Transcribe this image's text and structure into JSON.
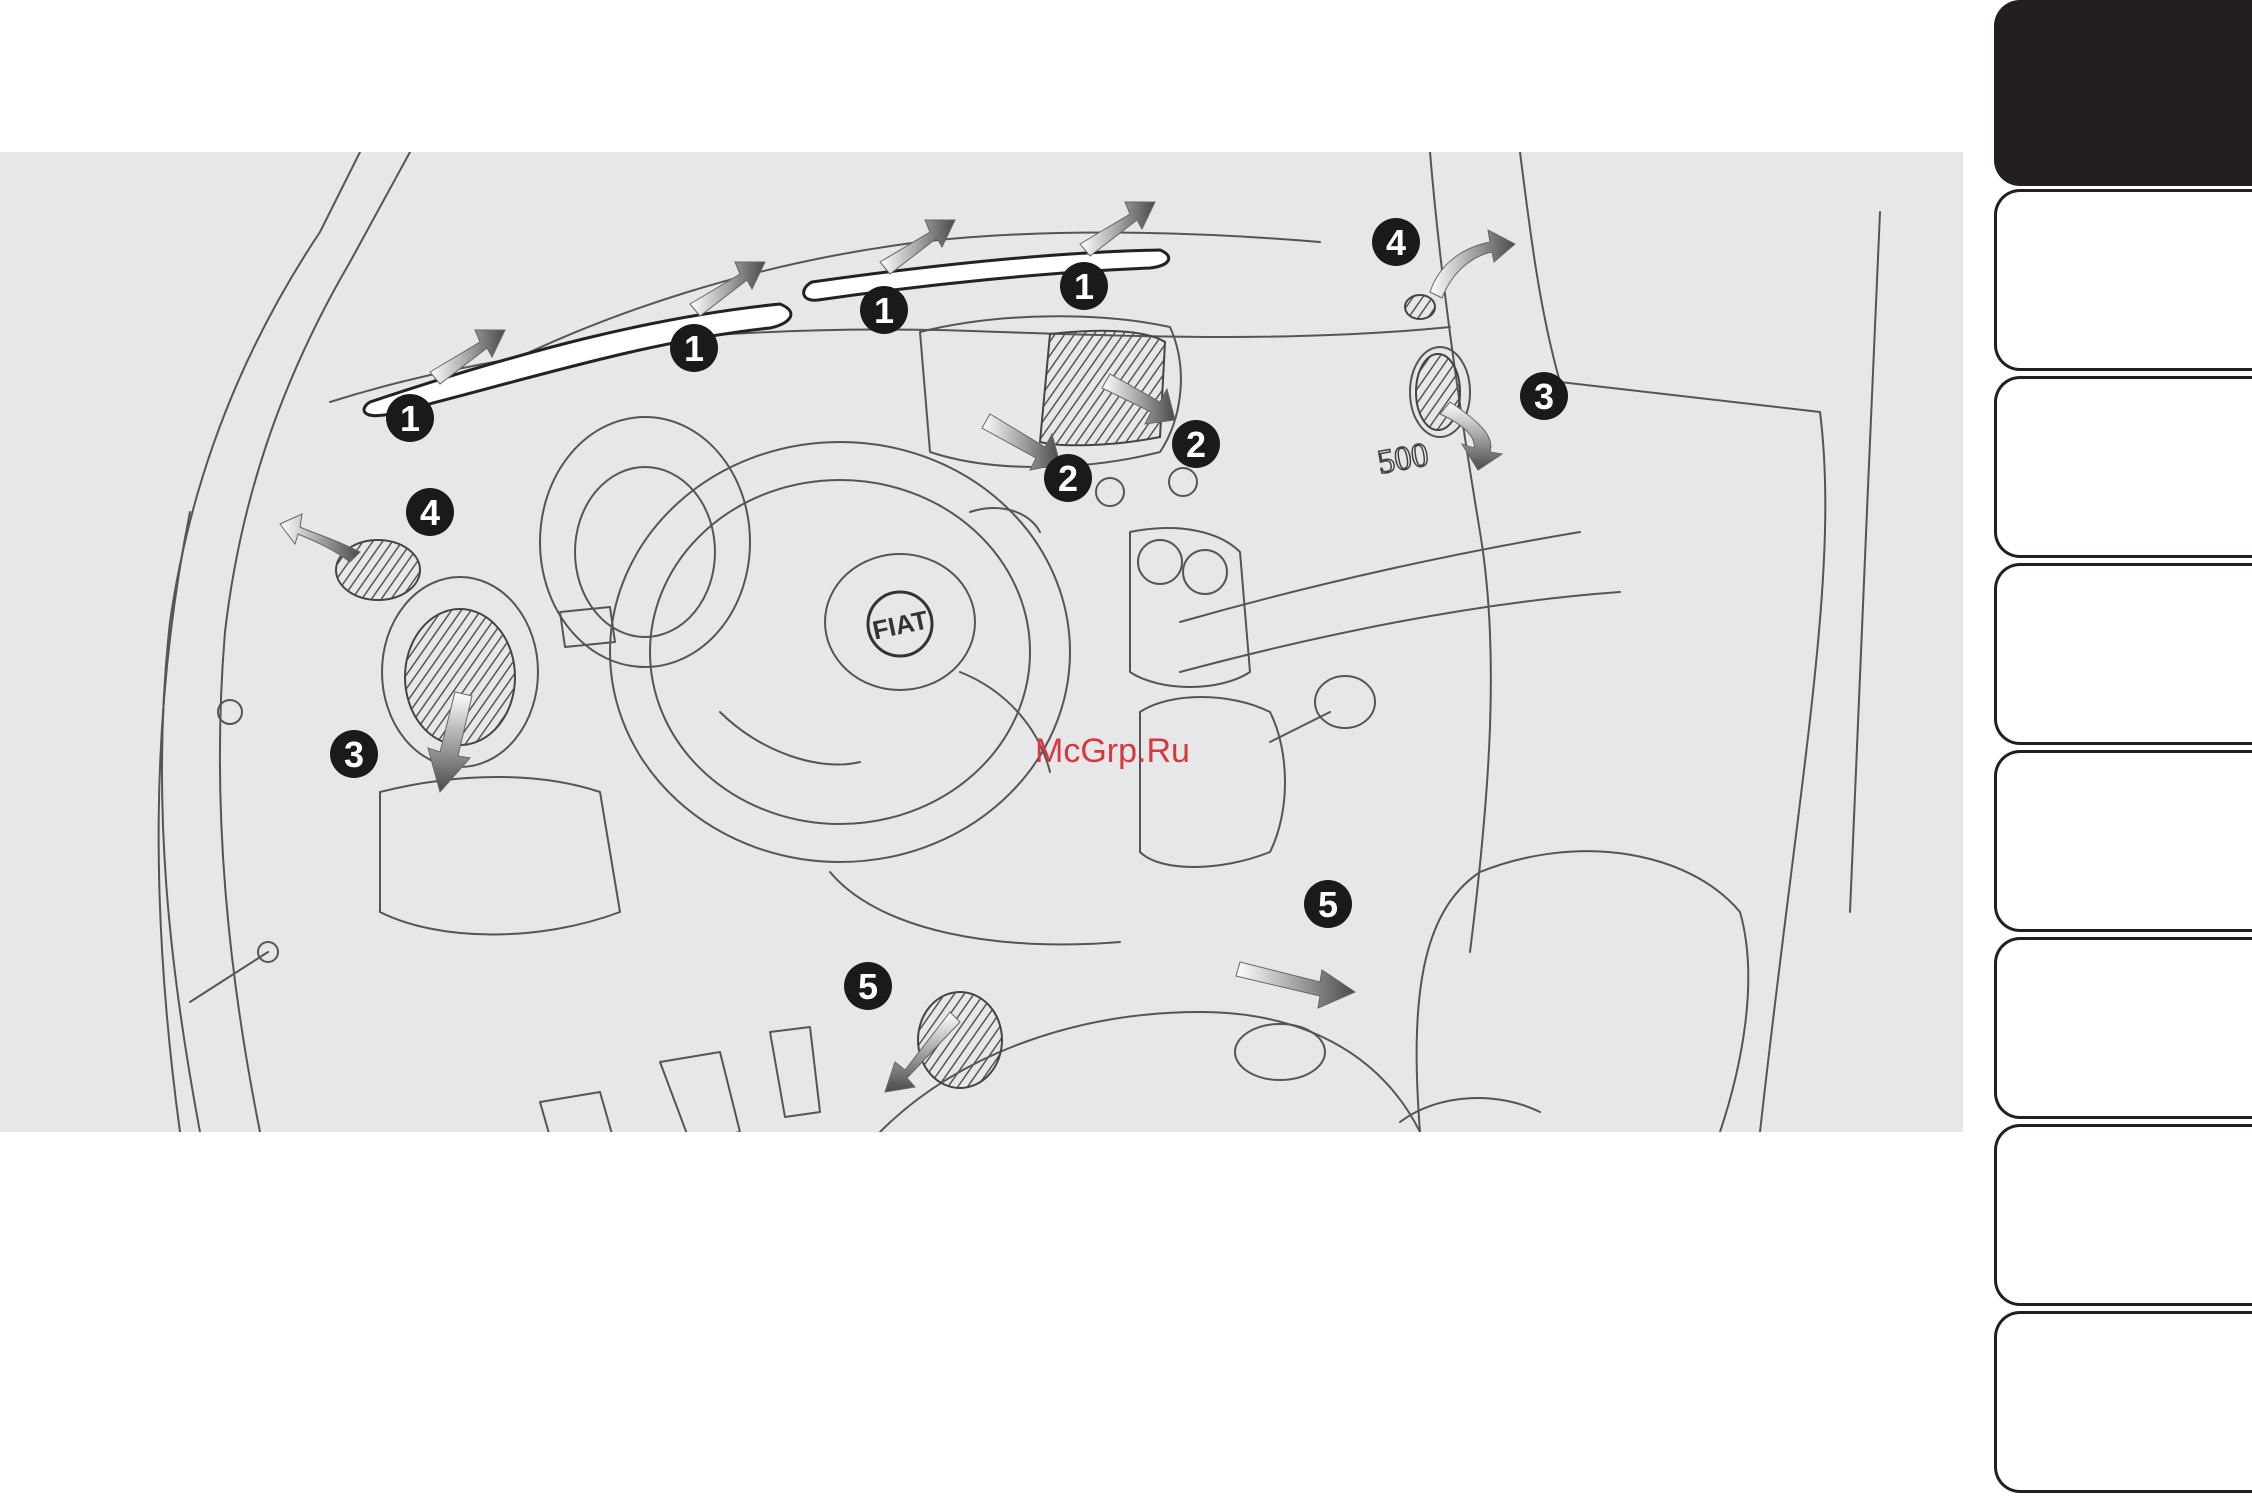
{
  "figure": {
    "callouts": [
      {
        "label": "1"
      },
      {
        "label": "1"
      },
      {
        "label": "1"
      },
      {
        "label": "1"
      },
      {
        "label": "2"
      },
      {
        "label": "2"
      },
      {
        "label": "3"
      },
      {
        "label": "3"
      },
      {
        "label": "4"
      },
      {
        "label": "4"
      },
      {
        "label": "5"
      },
      {
        "label": "5"
      }
    ],
    "steering_logo": "FIAT",
    "dash_badge": "500",
    "watermark": "McGrp.Ru"
  },
  "tabs": [
    {
      "state": "active"
    },
    {
      "state": "inactive"
    },
    {
      "state": "inactive"
    },
    {
      "state": "inactive"
    },
    {
      "state": "inactive"
    },
    {
      "state": "inactive"
    },
    {
      "state": "inactive"
    },
    {
      "state": "inactive"
    }
  ],
  "colors": {
    "figure_bg": "#e6e7e8",
    "line": "#555555",
    "callout_fill": "#1a1a1a",
    "arrow_gradient": [
      "#ffffff",
      "#555555"
    ],
    "tab_active": "#231f20",
    "watermark": "#d9363e"
  }
}
